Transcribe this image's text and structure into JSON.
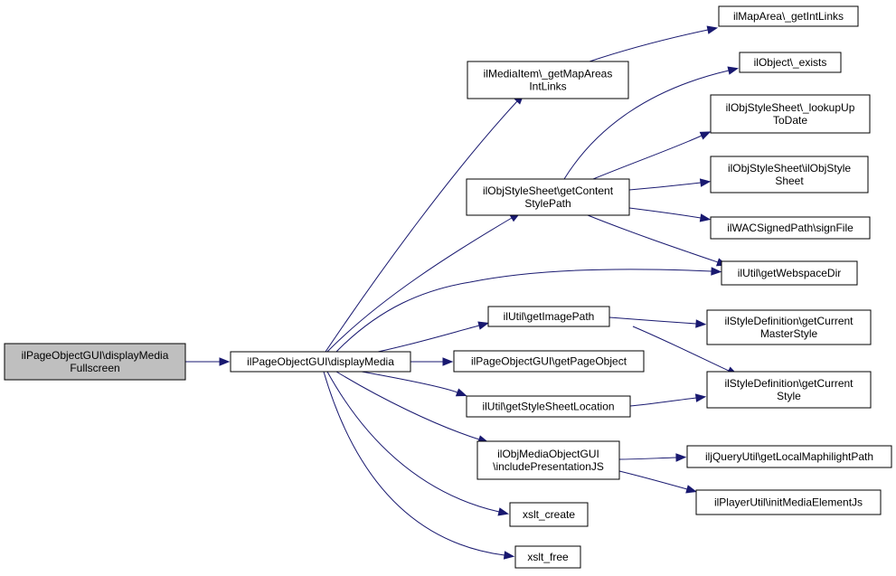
{
  "colors": {
    "edge": "#191970",
    "root_fill": "#bfbfbf",
    "node_fill": "#ffffff"
  },
  "nodes": {
    "root": [
      "ilPageObjectGUI\\displayMedia",
      "Fullscreen"
    ],
    "displayMedia": [
      "ilPageObjectGUI\\displayMedia"
    ],
    "getMapAreasIntLinks": [
      "ilMediaItem\\_getMapAreas",
      "IntLinks"
    ],
    "getIntLinks": [
      "ilMapArea\\_getIntLinks"
    ],
    "exists": [
      "ilObject\\_exists"
    ],
    "getContentStylePath": [
      "ilObjStyleSheet\\getContent",
      "StylePath"
    ],
    "lookupUpToDate": [
      "ilObjStyleSheet\\_lookupUp",
      "ToDate"
    ],
    "ilObjStyleSheet": [
      "ilObjStyleSheet\\ilObjStyle",
      "Sheet"
    ],
    "signFile": [
      "ilWACSignedPath\\signFile"
    ],
    "getWebspaceDir": [
      "ilUtil\\getWebspaceDir"
    ],
    "getImagePath": [
      "ilUtil\\getImagePath"
    ],
    "getCurrentMasterStyle": [
      "ilStyleDefinition\\getCurrent",
      "MasterStyle"
    ],
    "getPageObject": [
      "ilPageObjectGUI\\getPageObject"
    ],
    "getStyleSheetLocation": [
      "ilUtil\\getStyleSheetLocation"
    ],
    "getCurrentStyle": [
      "ilStyleDefinition\\getCurrent",
      "Style"
    ],
    "includePresentationJS": [
      "ilObjMediaObjectGUI",
      "\\includePresentationJS"
    ],
    "getLocalMaphilightPath": [
      "iljQueryUtil\\getLocalMaphilightPath"
    ],
    "initMediaElementJs": [
      "ilPlayerUtil\\initMediaElementJs"
    ],
    "xslt_create": [
      "xslt_create"
    ],
    "xslt_free": [
      "xslt_free"
    ]
  },
  "edges": [
    [
      "root",
      "displayMedia"
    ],
    [
      "displayMedia",
      "getMapAreasIntLinks"
    ],
    [
      "displayMedia",
      "getContentStylePath"
    ],
    [
      "displayMedia",
      "getWebspaceDir"
    ],
    [
      "displayMedia",
      "getImagePath"
    ],
    [
      "displayMedia",
      "getPageObject"
    ],
    [
      "displayMedia",
      "getStyleSheetLocation"
    ],
    [
      "displayMedia",
      "includePresentationJS"
    ],
    [
      "displayMedia",
      "xslt_create"
    ],
    [
      "displayMedia",
      "xslt_free"
    ],
    [
      "getMapAreasIntLinks",
      "getIntLinks"
    ],
    [
      "getContentStylePath",
      "exists"
    ],
    [
      "getContentStylePath",
      "lookupUpToDate"
    ],
    [
      "getContentStylePath",
      "ilObjStyleSheet"
    ],
    [
      "getContentStylePath",
      "signFile"
    ],
    [
      "getContentStylePath",
      "getWebspaceDir"
    ],
    [
      "getImagePath",
      "getCurrentMasterStyle"
    ],
    [
      "getImagePath",
      "getCurrentStyle"
    ],
    [
      "getStyleSheetLocation",
      "getCurrentStyle"
    ],
    [
      "includePresentationJS",
      "getLocalMaphilightPath"
    ],
    [
      "includePresentationJS",
      "initMediaElementJs"
    ]
  ]
}
